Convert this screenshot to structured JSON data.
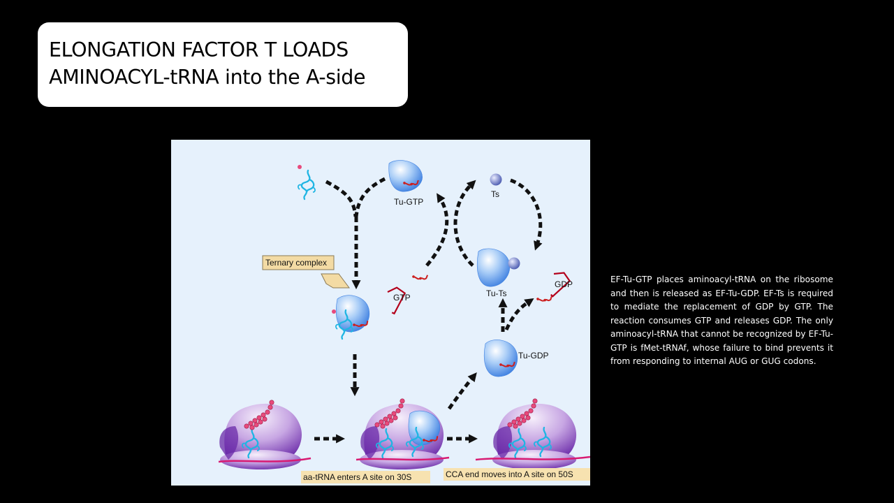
{
  "slide": {
    "title_lines": [
      "ELONGATION FACTOR T LOADS",
      "AMINOACYL-tRNA into the A-side"
    ],
    "description": "EF-Tu-GTP places aminoacyl-tRNA on the ribosome and then is released as EF-Tu-GDP. EF-Ts is required to mediate the replacement of GDP by GTP. The reaction consumes GTP and releases GDP. The only aminoacyl-tRNA that cannot be recognized by EF-Tu-GTP is fMet-tRNAf, whose failure to bind prevents it from responding to internal AUG or GUG codons."
  },
  "diagram": {
    "labels": {
      "tu_gtp": "Tu-GTP",
      "ts": "Ts",
      "tu_ts": "Tu-Ts",
      "gdp": "GDP",
      "gtp": "GTP",
      "tu_gdp": "Tu-GDP",
      "ternary_complex": "Ternary complex",
      "step_a": "aa-tRNA enters A site on 30S",
      "step_b": "CCA end moves into A site on 50S"
    },
    "colors": {
      "background": "#e6f1fc",
      "ef_tu": "#7fb0f0",
      "ribosome": "#b58ad8",
      "mrna": "#d81b72",
      "trna": "#1fb5e3",
      "amino_acids": "#e84a7c",
      "nucleotide": "#cc1f1f",
      "callout": "#f3dba4"
    }
  }
}
